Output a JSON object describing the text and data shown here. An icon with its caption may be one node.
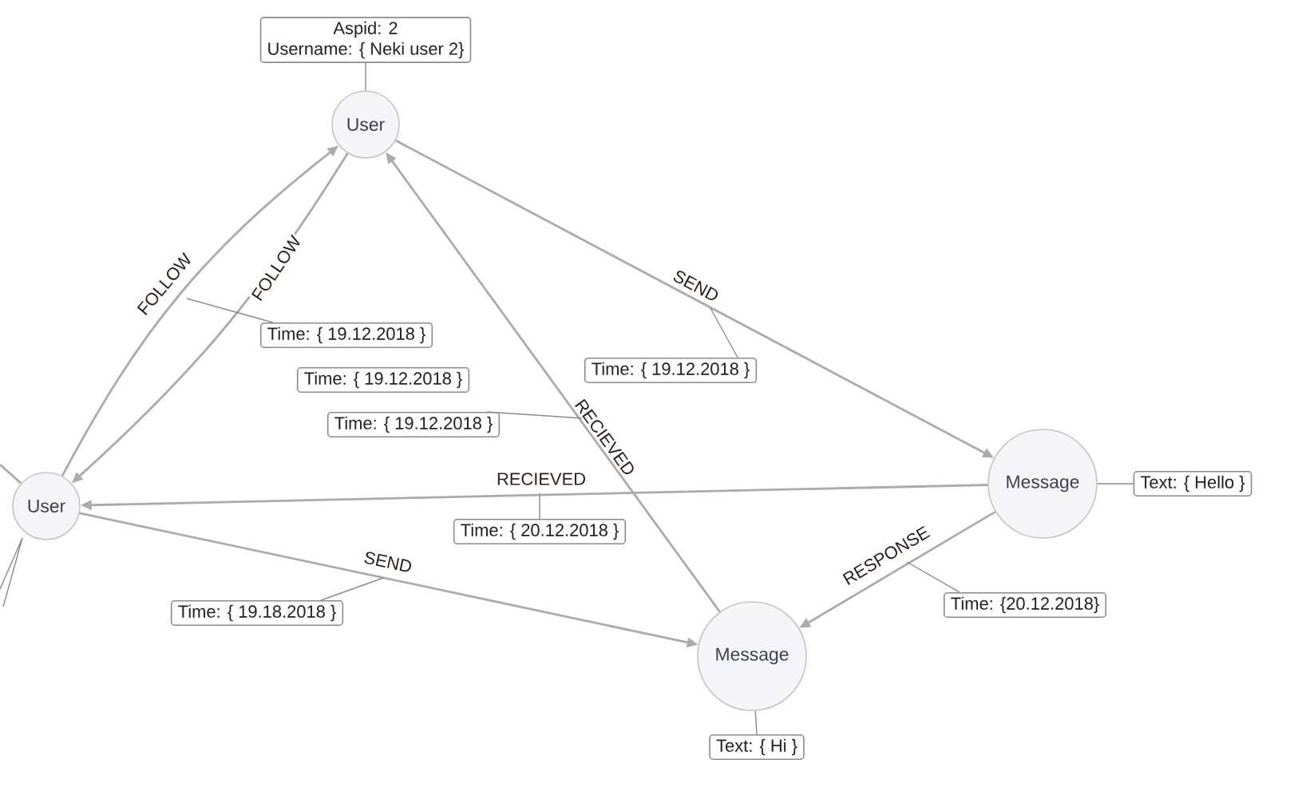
{
  "diagram": {
    "nodes": [
      {
        "text": [
          "Aspid: 2",
          "Username: { Neki user 2}"
        ]
      },
      {
        "text": [
          "User"
        ]
      },
      {
        "text": [
          "Time: { 19.12.2018 }"
        ]
      },
      {
        "text": [
          "Time: { 19.12.2018 }"
        ]
      },
      {
        "text": [
          "Time: { 19.12.2018 }"
        ]
      },
      {
        "text": [
          "Time: { 19.12.2018 }"
        ]
      },
      {
        "text": [
          "User"
        ]
      },
      {
        "text": [
          "Message"
        ]
      },
      {
        "text": [
          "Text: { Hello }"
        ]
      },
      {
        "text": [
          "Time: { 20.12.2018 }"
        ]
      },
      {
        "text": [
          "Time: { 19.18.2018 }"
        ]
      },
      {
        "text": [
          "Time: {20.12.2018}"
        ]
      },
      {
        "text": [
          "Message"
        ]
      },
      {
        "text": [
          "Text: { Hi }"
        ]
      }
    ],
    "edges": [
      {
        "from": 6,
        "to": 1,
        "arrow": "to",
        "label": "FOLLOW"
      },
      {
        "from": 1,
        "to": 6,
        "arrow": "to",
        "label": "FOLLOW"
      },
      {
        "from": 1,
        "to": 7,
        "arrow": "to",
        "label": "SEND"
      },
      {
        "from": 12,
        "to": 1,
        "arrow": "to",
        "label": "RECIEVED"
      },
      {
        "from": 7,
        "to": 6,
        "arrow": "to",
        "label": "RECIEVED"
      },
      {
        "from": 6,
        "to": 12,
        "arrow": "to",
        "label": "SEND"
      },
      {
        "from": 7,
        "to": 12,
        "arrow": "to",
        "label": "RESPONSE"
      },
      {
        "from": null,
        "to": 6,
        "arrow": "none"
      },
      {
        "from": 0,
        "to": 1,
        "arrow": "none"
      },
      {
        "from": 2,
        "to": null,
        "arrow": "none"
      },
      {
        "from": 3,
        "to": null,
        "arrow": "none"
      },
      {
        "from": 5,
        "to": null,
        "arrow": "none"
      },
      {
        "from": 8,
        "to": 7,
        "arrow": "none"
      },
      {
        "from": 9,
        "to": null,
        "arrow": "none"
      },
      {
        "from": 10,
        "to": null,
        "arrow": "none"
      },
      {
        "from": 11,
        "to": null,
        "arrow": "none"
      },
      {
        "from": 13,
        "to": 12,
        "arrow": "none"
      }
    ]
  }
}
